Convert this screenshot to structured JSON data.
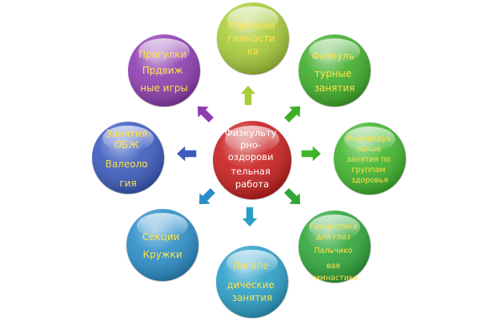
{
  "center": {
    "lines": [
      "Физкульту",
      "рно-",
      "оздорови",
      "тельная",
      "работа"
    ],
    "color": "#c81e1e"
  },
  "nodes": [
    {
      "id": "morning-exercise",
      "lines": [
        "Утренняя",
        "гимнасти",
        "ка"
      ],
      "color": "#a8cc3a"
    },
    {
      "id": "pe-classes",
      "lines": [
        "Физкуль",
        "турные",
        "занятия"
      ],
      "color": "#3fae2a"
    },
    {
      "id": "individual-classes",
      "lines": [
        "Индивидуа",
        "льные",
        "занятия по",
        "группам",
        "здоровья"
      ],
      "color": "#3fb52c"
    },
    {
      "id": "eye-gymnastics",
      "lines": [
        "Гимнастика",
        "для глаз",
        "Пальчико",
        "вая",
        "гимнастика"
      ],
      "color": "#2fa63a"
    },
    {
      "id": "speech-therapy",
      "lines": [
        "Логопе",
        "дические",
        "занятия"
      ],
      "color": "#2b9fc7"
    },
    {
      "id": "sections-clubs",
      "lines": [
        "Секции",
        "Кружки"
      ],
      "color": "#2a8dc8"
    },
    {
      "id": "safety-valeology",
      "lines": [
        "Занятия",
        "ОБЖ",
        "Валеоло",
        "гия"
      ],
      "color": "#3b5bbf"
    },
    {
      "id": "walks-games",
      "lines": [
        "Прогулки",
        "Прдвиж",
        "ные игры"
      ],
      "color": "#8e3db0"
    }
  ],
  "arrow_colors": {
    "up": "#a8cc3a",
    "up-right": "#3fae2a",
    "right": "#3fb52c",
    "down-right": "#2fa63a",
    "down": "#2b9fc7",
    "down-left": "#2a8dc8",
    "left": "#3b5bbf",
    "up-left": "#8e3db0"
  }
}
